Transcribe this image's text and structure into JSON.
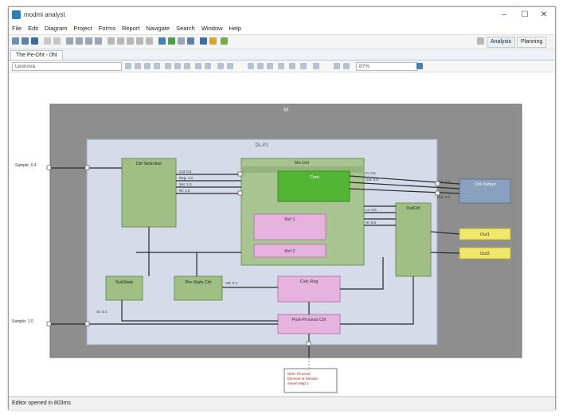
{
  "window": {
    "title": "modmi analyst"
  },
  "menu": [
    "File",
    "Edit",
    "Diagram",
    "Project",
    "Forms",
    "Report",
    "Navigate",
    "Search",
    "Window",
    "Help"
  ],
  "toolbar": {
    "perspectives": [
      "Analysis",
      "Planning"
    ]
  },
  "editor": {
    "tab_label": "The Pe-Dht - 0ht",
    "zoom": "87%",
    "combo": "Leonova"
  },
  "diagram": {
    "outer_label": "M",
    "inner_label": "DL-P1",
    "blocks": {
      "ctrl": "Ctrl Selection",
      "proc": "Mu Ctrl",
      "green_core": "Core",
      "pink_a": "Ref 1",
      "pink_b": "Ref 2",
      "right": "OutCtrl",
      "small_a": "SubStats",
      "small_b": "Pre-Stats Ctrl",
      "pink_mid": "Calc Reg",
      "pink_bot": "Post-Process Ctrl",
      "ext_blue": "Ctrl Output",
      "ext_y1": "Out1",
      "ext_y2": "Out2",
      "note": "Note: Process\nElement in Domain\nAssert Map 1"
    },
    "ports": {
      "in_left_top": "Sample: 0.4",
      "in_left_bot": "Sample: 1.0",
      "p1": "Cal: 0.4",
      "p2": "Reg: 1.0",
      "p3": "Set: 1.0",
      "p4": "Rt: 1.0",
      "p5": "In: 0.8",
      "p6": "Out: 0.8",
      "p7": "Lo: 0.6",
      "p8": "Hi: 0.6",
      "p9": "St: 0.4",
      "p10": "Val: 0.4",
      "p11": "Out: 2.0",
      "p12": "Out: 2.0"
    }
  },
  "status": "Editor opened in 803ms"
}
